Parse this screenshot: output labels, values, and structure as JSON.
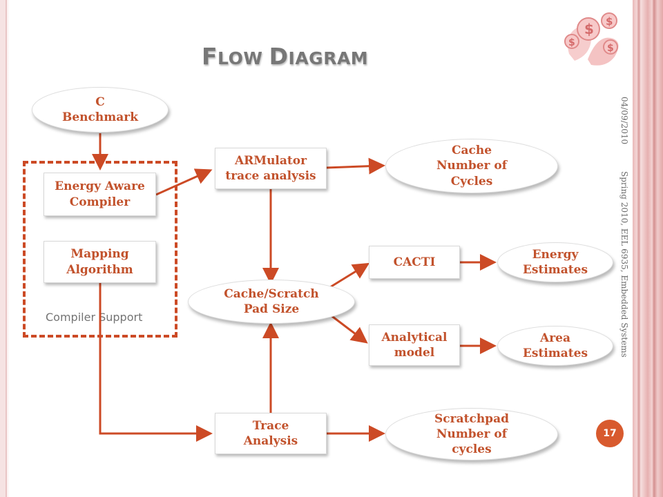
{
  "slide": {
    "title_first_letter_1": "F",
    "title_rest_1": "LOW ",
    "title_first_letter_2": "D",
    "title_rest_2": "IAGRAM",
    "date": "04/09/2010",
    "course": "Spring 2010, EEL 6935, Embedded Systems",
    "page_number": "17",
    "accent_color": "#c2522c",
    "logo_icon": "money-swirl-icon"
  },
  "diagram": {
    "group_label": "Compiler Support",
    "nodes": {
      "c_benchmark": [
        "C",
        "Benchmark"
      ],
      "energy_aware_compiler": [
        "Energy Aware",
        "Compiler"
      ],
      "mapping_algorithm": [
        "Mapping",
        "Algorithm"
      ],
      "armulator": [
        "ARMulator",
        "trace analysis"
      ],
      "cache_cycles": [
        "Cache",
        "Number of",
        "Cycles"
      ],
      "cache_scratch": [
        "Cache/Scratch",
        "Pad Size"
      ],
      "cacti": [
        "CACTI"
      ],
      "energy_estimates": [
        "Energy",
        "Estimates"
      ],
      "analytical_model": [
        "Analytical",
        "model"
      ],
      "area_estimates": [
        "Area",
        "Estimates"
      ],
      "trace_analysis": [
        "Trace",
        "Analysis"
      ],
      "scratchpad_cycles": [
        "Scratchpad",
        "Number of",
        "cycles"
      ]
    }
  }
}
